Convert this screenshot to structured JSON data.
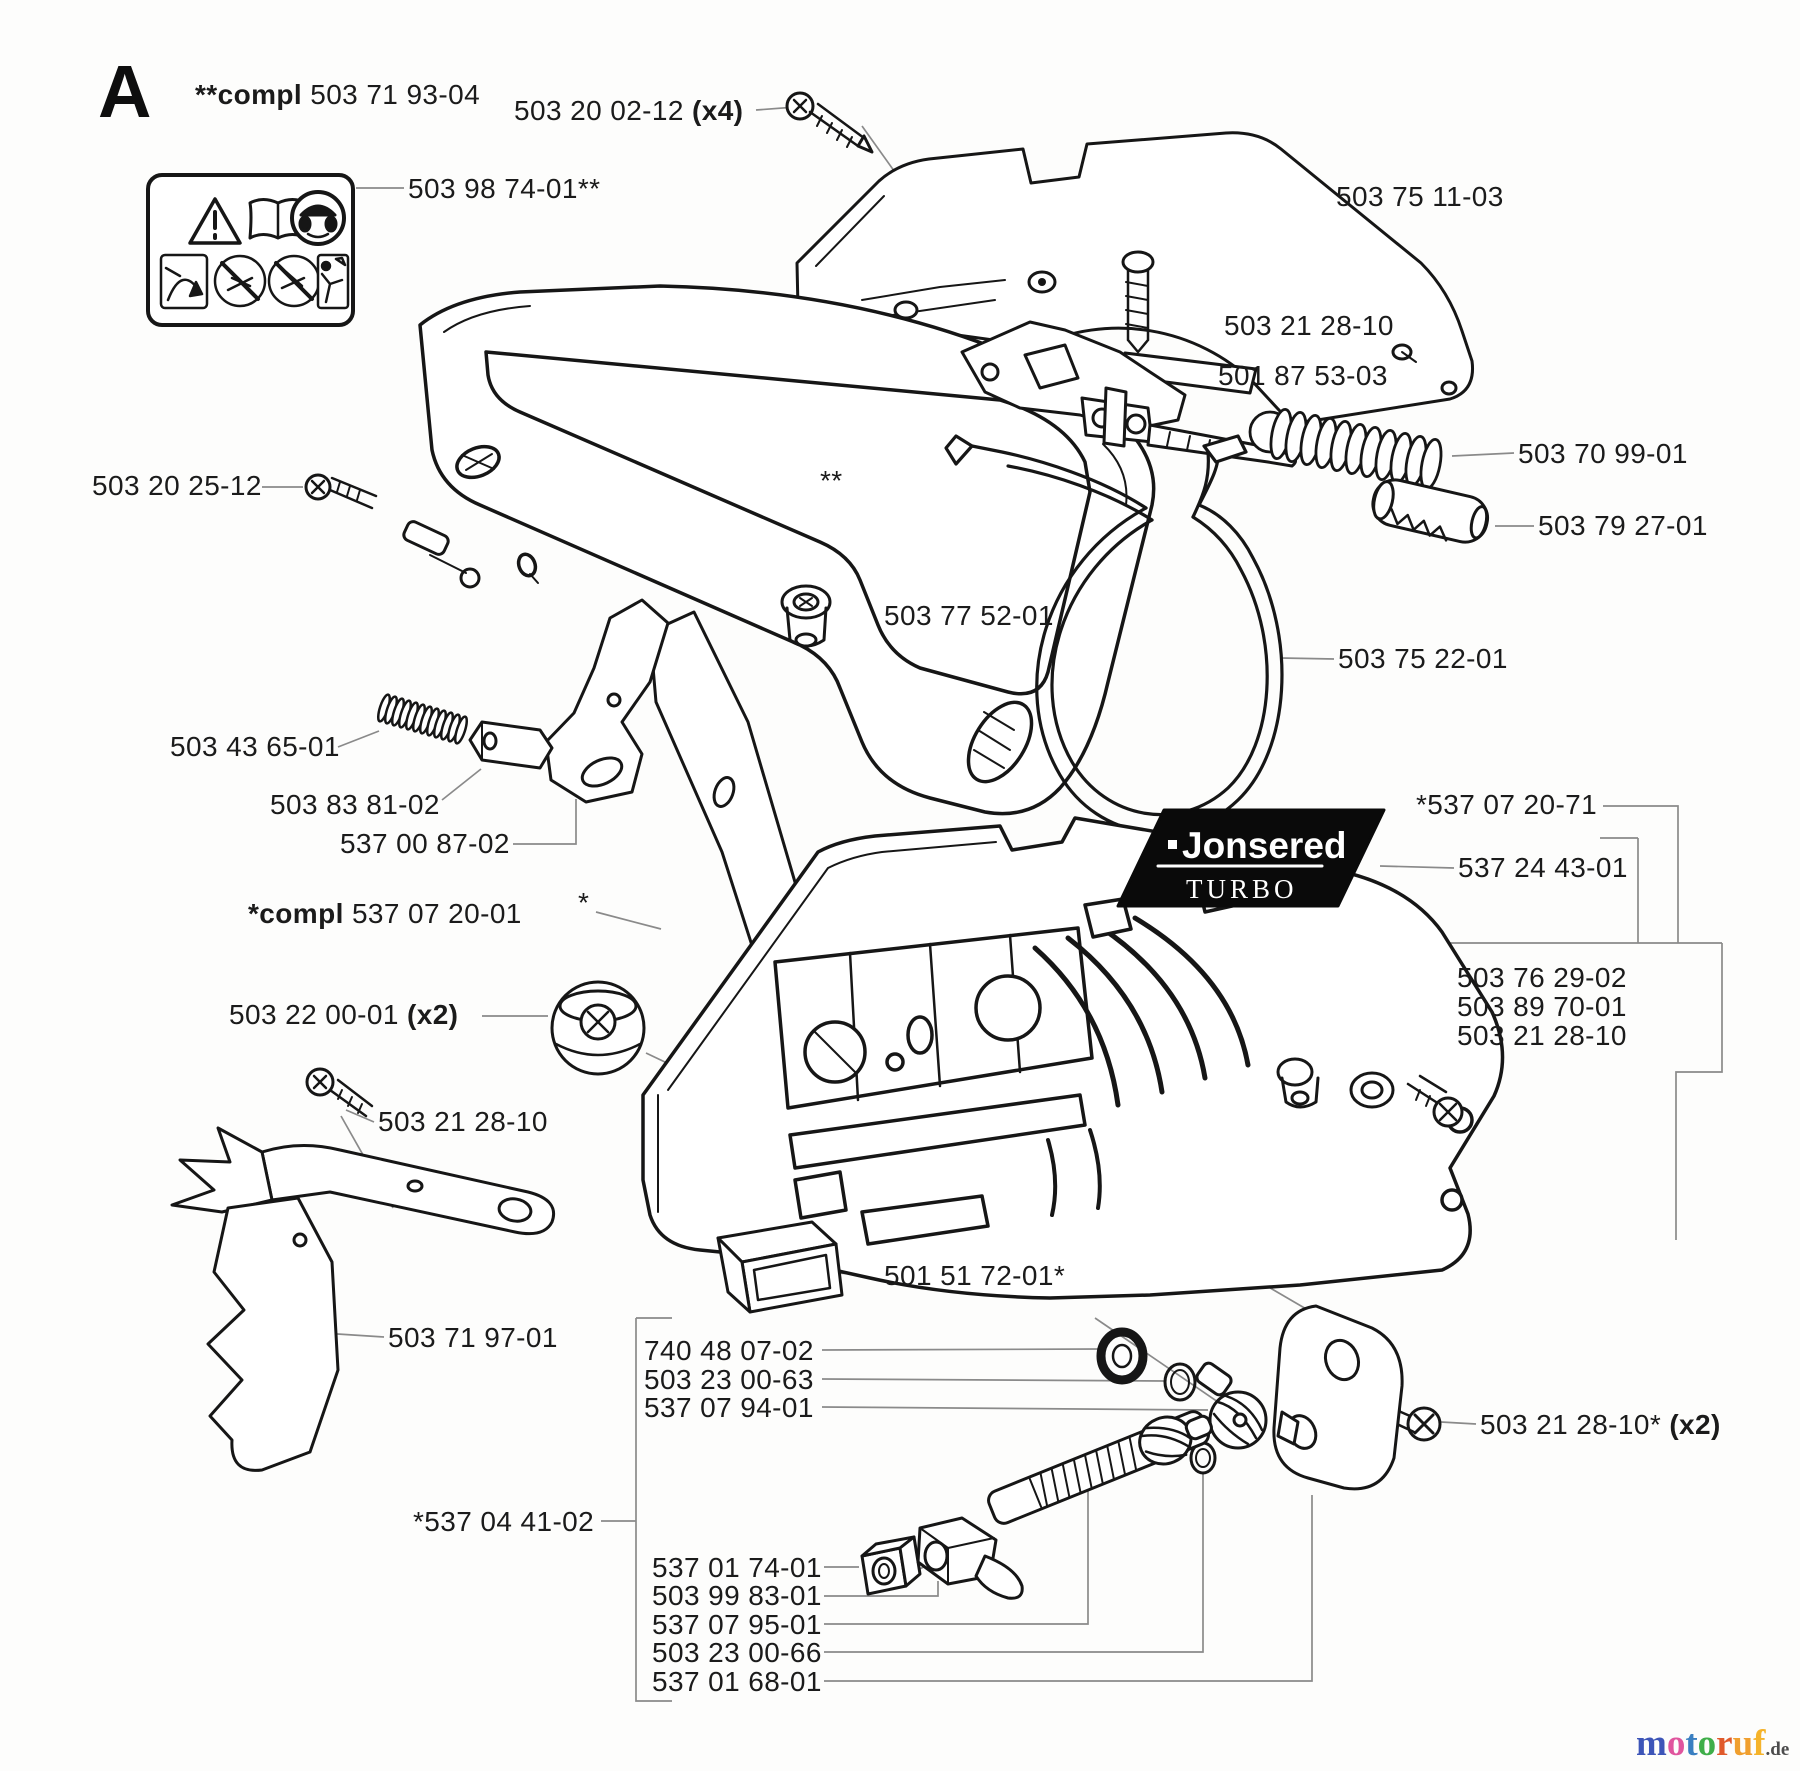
{
  "page": {
    "figure_letter": "A"
  },
  "logo": {
    "brand": "Jonsered",
    "model": "TURBO"
  },
  "watermark": {
    "letters": [
      {
        "ch": "m",
        "color": "#3d55b8"
      },
      {
        "ch": "o",
        "color": "#e0559e"
      },
      {
        "ch": "t",
        "color": "#3a7fc1"
      },
      {
        "ch": "o",
        "color": "#3fae49"
      },
      {
        "ch": "r",
        "color": "#e05a2b"
      },
      {
        "ch": "u",
        "color": "#f09f2e"
      },
      {
        "ch": "f",
        "color": "#f5b32a"
      }
    ],
    "suffix": ".de"
  },
  "labels": [
    {
      "id": "compl-note-2star",
      "bold": "**compl ",
      "text": "503 71 93-04",
      "suf": ""
    },
    {
      "id": "screw-top-x4",
      "bold": "",
      "text": "503 20 02-12 ",
      "suf": "(x4)"
    },
    {
      "id": "warning-decal",
      "bold": "",
      "text": "503 98 74-01**",
      "suf": ""
    },
    {
      "id": "top-cover",
      "bold": "",
      "text": "503 75 11-03",
      "suf": ""
    },
    {
      "id": "screw-brake-top",
      "bold": "",
      "text": "503 21 28-10",
      "suf": ""
    },
    {
      "id": "brake-lever",
      "bold": "",
      "text": "501 87 53-03",
      "suf": ""
    },
    {
      "id": "brake-spring",
      "bold": "",
      "text": "503 70 99-01",
      "suf": ""
    },
    {
      "id": "spring-cylinder",
      "bold": "",
      "text": "503 79 27-01",
      "suf": ""
    },
    {
      "id": "screw-handle",
      "bold": "",
      "text": "503 20 25-12",
      "suf": ""
    },
    {
      "id": "handguard-ref",
      "bold": "",
      "text": "**",
      "suf": ""
    },
    {
      "id": "bushing",
      "bold": "",
      "text": "503 77 52-01",
      "suf": ""
    },
    {
      "id": "brake-band",
      "bold": "",
      "text": "503 75 22-01",
      "suf": ""
    },
    {
      "id": "small-spring",
      "bold": "",
      "text": "503 43 65-01",
      "suf": ""
    },
    {
      "id": "block",
      "bold": "",
      "text": "503 83 81-02",
      "suf": ""
    },
    {
      "id": "trigger-lever",
      "bold": "",
      "text": "537 00 87-02",
      "suf": ""
    },
    {
      "id": "cover-assy-71",
      "bold": "",
      "text": "*537 07 20-71",
      "suf": ""
    },
    {
      "id": "decal-turbo",
      "bold": "",
      "text": "537 24 43-01",
      "suf": ""
    },
    {
      "id": "compl-note-1star",
      "bold": "*compl ",
      "text": "537 07 20-01",
      "suf": ""
    },
    {
      "id": "cover-ref",
      "bold": "",
      "text": "*",
      "suf": ""
    },
    {
      "id": "bar-nut",
      "bold": "",
      "text": "503 22 00-01 ",
      "suf": "(x2)"
    },
    {
      "id": "bushing-right",
      "bold": "",
      "text": "503 76 29-02",
      "suf": ""
    },
    {
      "id": "washer-right",
      "bold": "",
      "text": "503 89 70-01",
      "suf": ""
    },
    {
      "id": "screw-right",
      "bold": "",
      "text": "503 21 28-10",
      "suf": ""
    },
    {
      "id": "screw-dog",
      "bold": "",
      "text": "503 21 28-10",
      "suf": ""
    },
    {
      "id": "buffer",
      "bold": "",
      "text": "501 51 72-01*",
      "suf": ""
    },
    {
      "id": "felling-dog",
      "bold": "",
      "text": "503 71 97-01",
      "suf": ""
    },
    {
      "id": "washer",
      "bold": "",
      "text": "740 48 07-02",
      "suf": ""
    },
    {
      "id": "oring-63",
      "bold": "",
      "text": "503 23 00-63",
      "suf": ""
    },
    {
      "id": "pinion",
      "bold": "",
      "text": "537 07 94-01",
      "suf": ""
    },
    {
      "id": "screw-plate-x2",
      "bold": "",
      "text": "503 21 28-10* ",
      "suf": "(x2)"
    },
    {
      "id": "tensioner-assy",
      "bold": "",
      "text": "*537 04 41-02",
      "suf": ""
    },
    {
      "id": "square-nut",
      "bold": "",
      "text": "537 01 74-01",
      "suf": ""
    },
    {
      "id": "fitting",
      "bold": "",
      "text": "503 99 83-01",
      "suf": ""
    },
    {
      "id": "worm-screw",
      "bold": "",
      "text": "537 07 95-01",
      "suf": ""
    },
    {
      "id": "oring-66",
      "bold": "",
      "text": "503 23 00-66",
      "suf": ""
    },
    {
      "id": "cover-plate",
      "bold": "",
      "text": "537 01 68-01",
      "suf": ""
    }
  ]
}
